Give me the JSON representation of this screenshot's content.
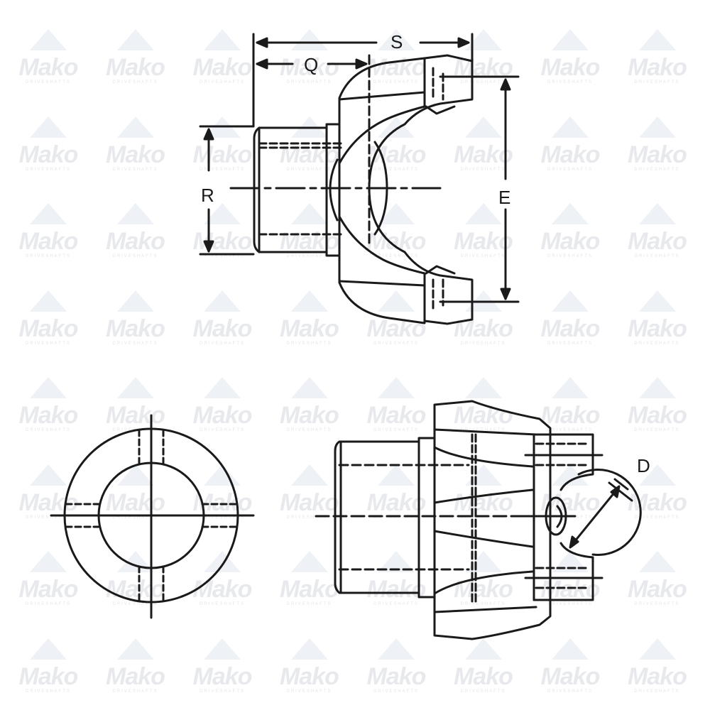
{
  "watermark": {
    "brand": "Mako",
    "subtitle": "DRIVESHAFTS",
    "columns": 8,
    "rows": 8
  },
  "drawing": {
    "subject": "End yoke technical drawing",
    "views": [
      "side-profile",
      "end-view",
      "top-view"
    ],
    "line_color": "#1a1a1a",
    "dimension_labels": {
      "S": "S",
      "Q": "Q",
      "R": "R",
      "E": "E",
      "D": "D"
    }
  }
}
